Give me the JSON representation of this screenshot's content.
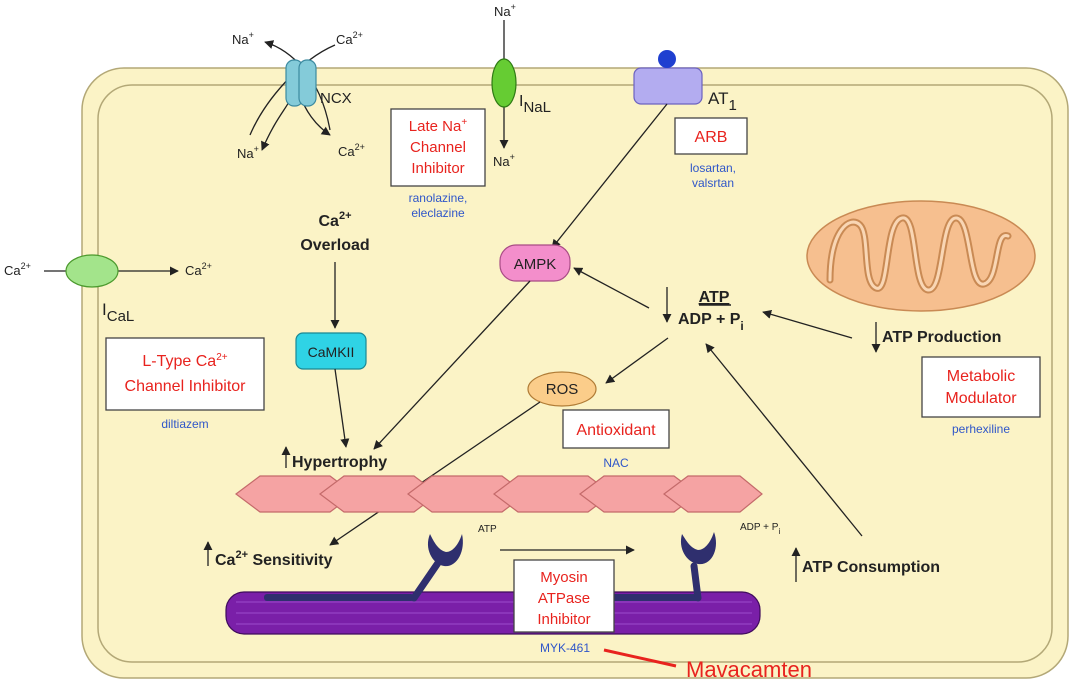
{
  "colors": {
    "cell_fill": "#fbf3c6",
    "cell_stroke": "#b3a877",
    "drug_red": "#e8231e",
    "drug_blue": "#2f56c9",
    "ncx_fill": "#84cbd9",
    "inal_fill": "#66cc33",
    "at1_fill": "#b3acf0",
    "ampk_fill": "#f38ecb",
    "camkii_fill": "#2fd3e5",
    "ros_fill": "#fbcd8a",
    "ical_fill": "#a3e48b",
    "sarcomere_fill": "#f5a3a3",
    "myosin_fill": "#7a1fa8",
    "mitochondria_fill": "#f6bf8f",
    "annotation_red": "#e8231e"
  },
  "channels": {
    "ncx": {
      "label": "NCX",
      "na_top": "Na",
      "na_top_sup": "+",
      "ca_top": "Ca",
      "ca_top_sup": "2+",
      "na_bottom": "Na",
      "na_bottom_sup": "+",
      "ca_bottom": "Ca",
      "ca_bottom_sup": "2+"
    },
    "inal": {
      "label_main": "I",
      "label_sub": "NaL",
      "na_top": "Na",
      "na_top_sup": "+",
      "na_bottom": "Na",
      "na_bottom_sup": "+"
    },
    "at1": {
      "label_main": "AT",
      "label_sub": "1"
    },
    "ical": {
      "label_main": "I",
      "label_sub": "CaL",
      "ca_left": "Ca",
      "ca_left_sup": "2+",
      "ca_right": "Ca",
      "ca_right_sup": "2+"
    }
  },
  "drugs": {
    "late_na": {
      "line1": "Late Na",
      "line1_sup": "+",
      "line2": "Channel",
      "line3": "Inhibitor",
      "examples1": "ranolazine,",
      "examples2": "eleclazine"
    },
    "arb": {
      "label": "ARB",
      "examples1": "losartan,",
      "examples2": "valsrtan"
    },
    "ltype": {
      "line1": "L-Type Ca",
      "line1_sup": "2+",
      "line2": "Channel Inhibitor",
      "examples": "diltiazem"
    },
    "antioxidant": {
      "label": "Antioxidant",
      "examples": "NAC"
    },
    "metabolic": {
      "line1": "Metabolic",
      "line2": "Modulator",
      "examples": "perhexiline"
    },
    "myosin": {
      "line1": "Myosin",
      "line2": "ATPase",
      "line3": "Inhibitor",
      "examples": "MYK-461"
    }
  },
  "nodes": {
    "ca_overload_1": "Ca",
    "ca_overload_1_sup": "2+",
    "ca_overload_2": "Overload",
    "camkii": "CaMKII",
    "ampk": "AMPK",
    "ros": "ROS",
    "atp": "ATP",
    "adp": "ADP + P",
    "adp_sub": "i",
    "atp_production": "ATP Production",
    "hypertrophy": "Hypertrophy",
    "ca_sensitivity": "Ca",
    "ca_sensitivity_sup": "2+",
    "ca_sensitivity_rest": " Sensitivity",
    "atp_consumption": "ATP Consumption",
    "myosin_atp": "ATP",
    "myosin_adp": "ADP + P",
    "myosin_adp_sub": "i"
  },
  "annotation": {
    "label": "Mavacamten"
  }
}
